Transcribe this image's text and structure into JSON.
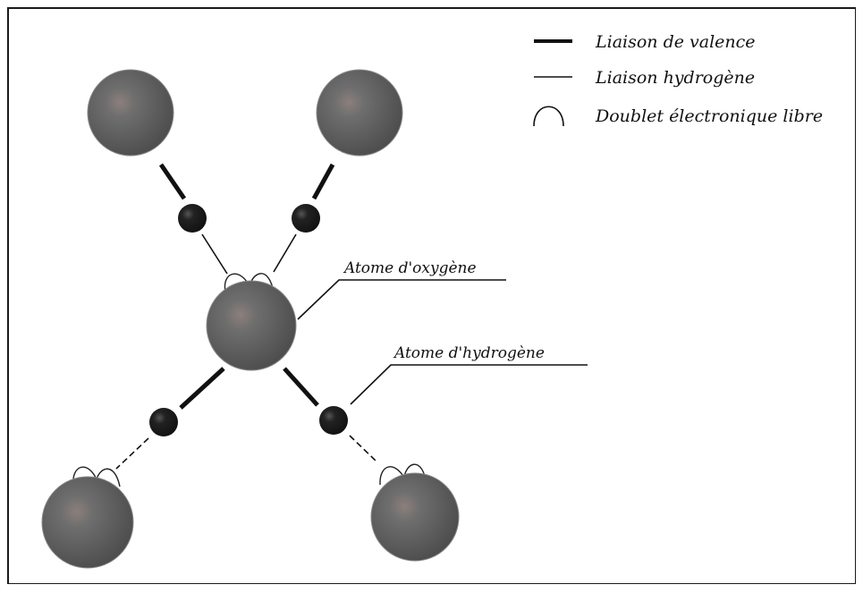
{
  "legend": {
    "valence_bond": "Liaison de valence",
    "hydrogen_bond": "Liaison hydrogène",
    "lone_pair": "Doublet électronique libre"
  },
  "labels": {
    "oxygen_atom": "Atome d'oxygène",
    "hydrogen_atom": "Atome d'hydrogène"
  },
  "colors": {
    "atom_fill": "#5a5a5a",
    "atom_highlight": "#9a8a86",
    "hydrogen_fill": "#1e1e1e",
    "bond": "#111111",
    "frame": "#1a1a1a"
  }
}
